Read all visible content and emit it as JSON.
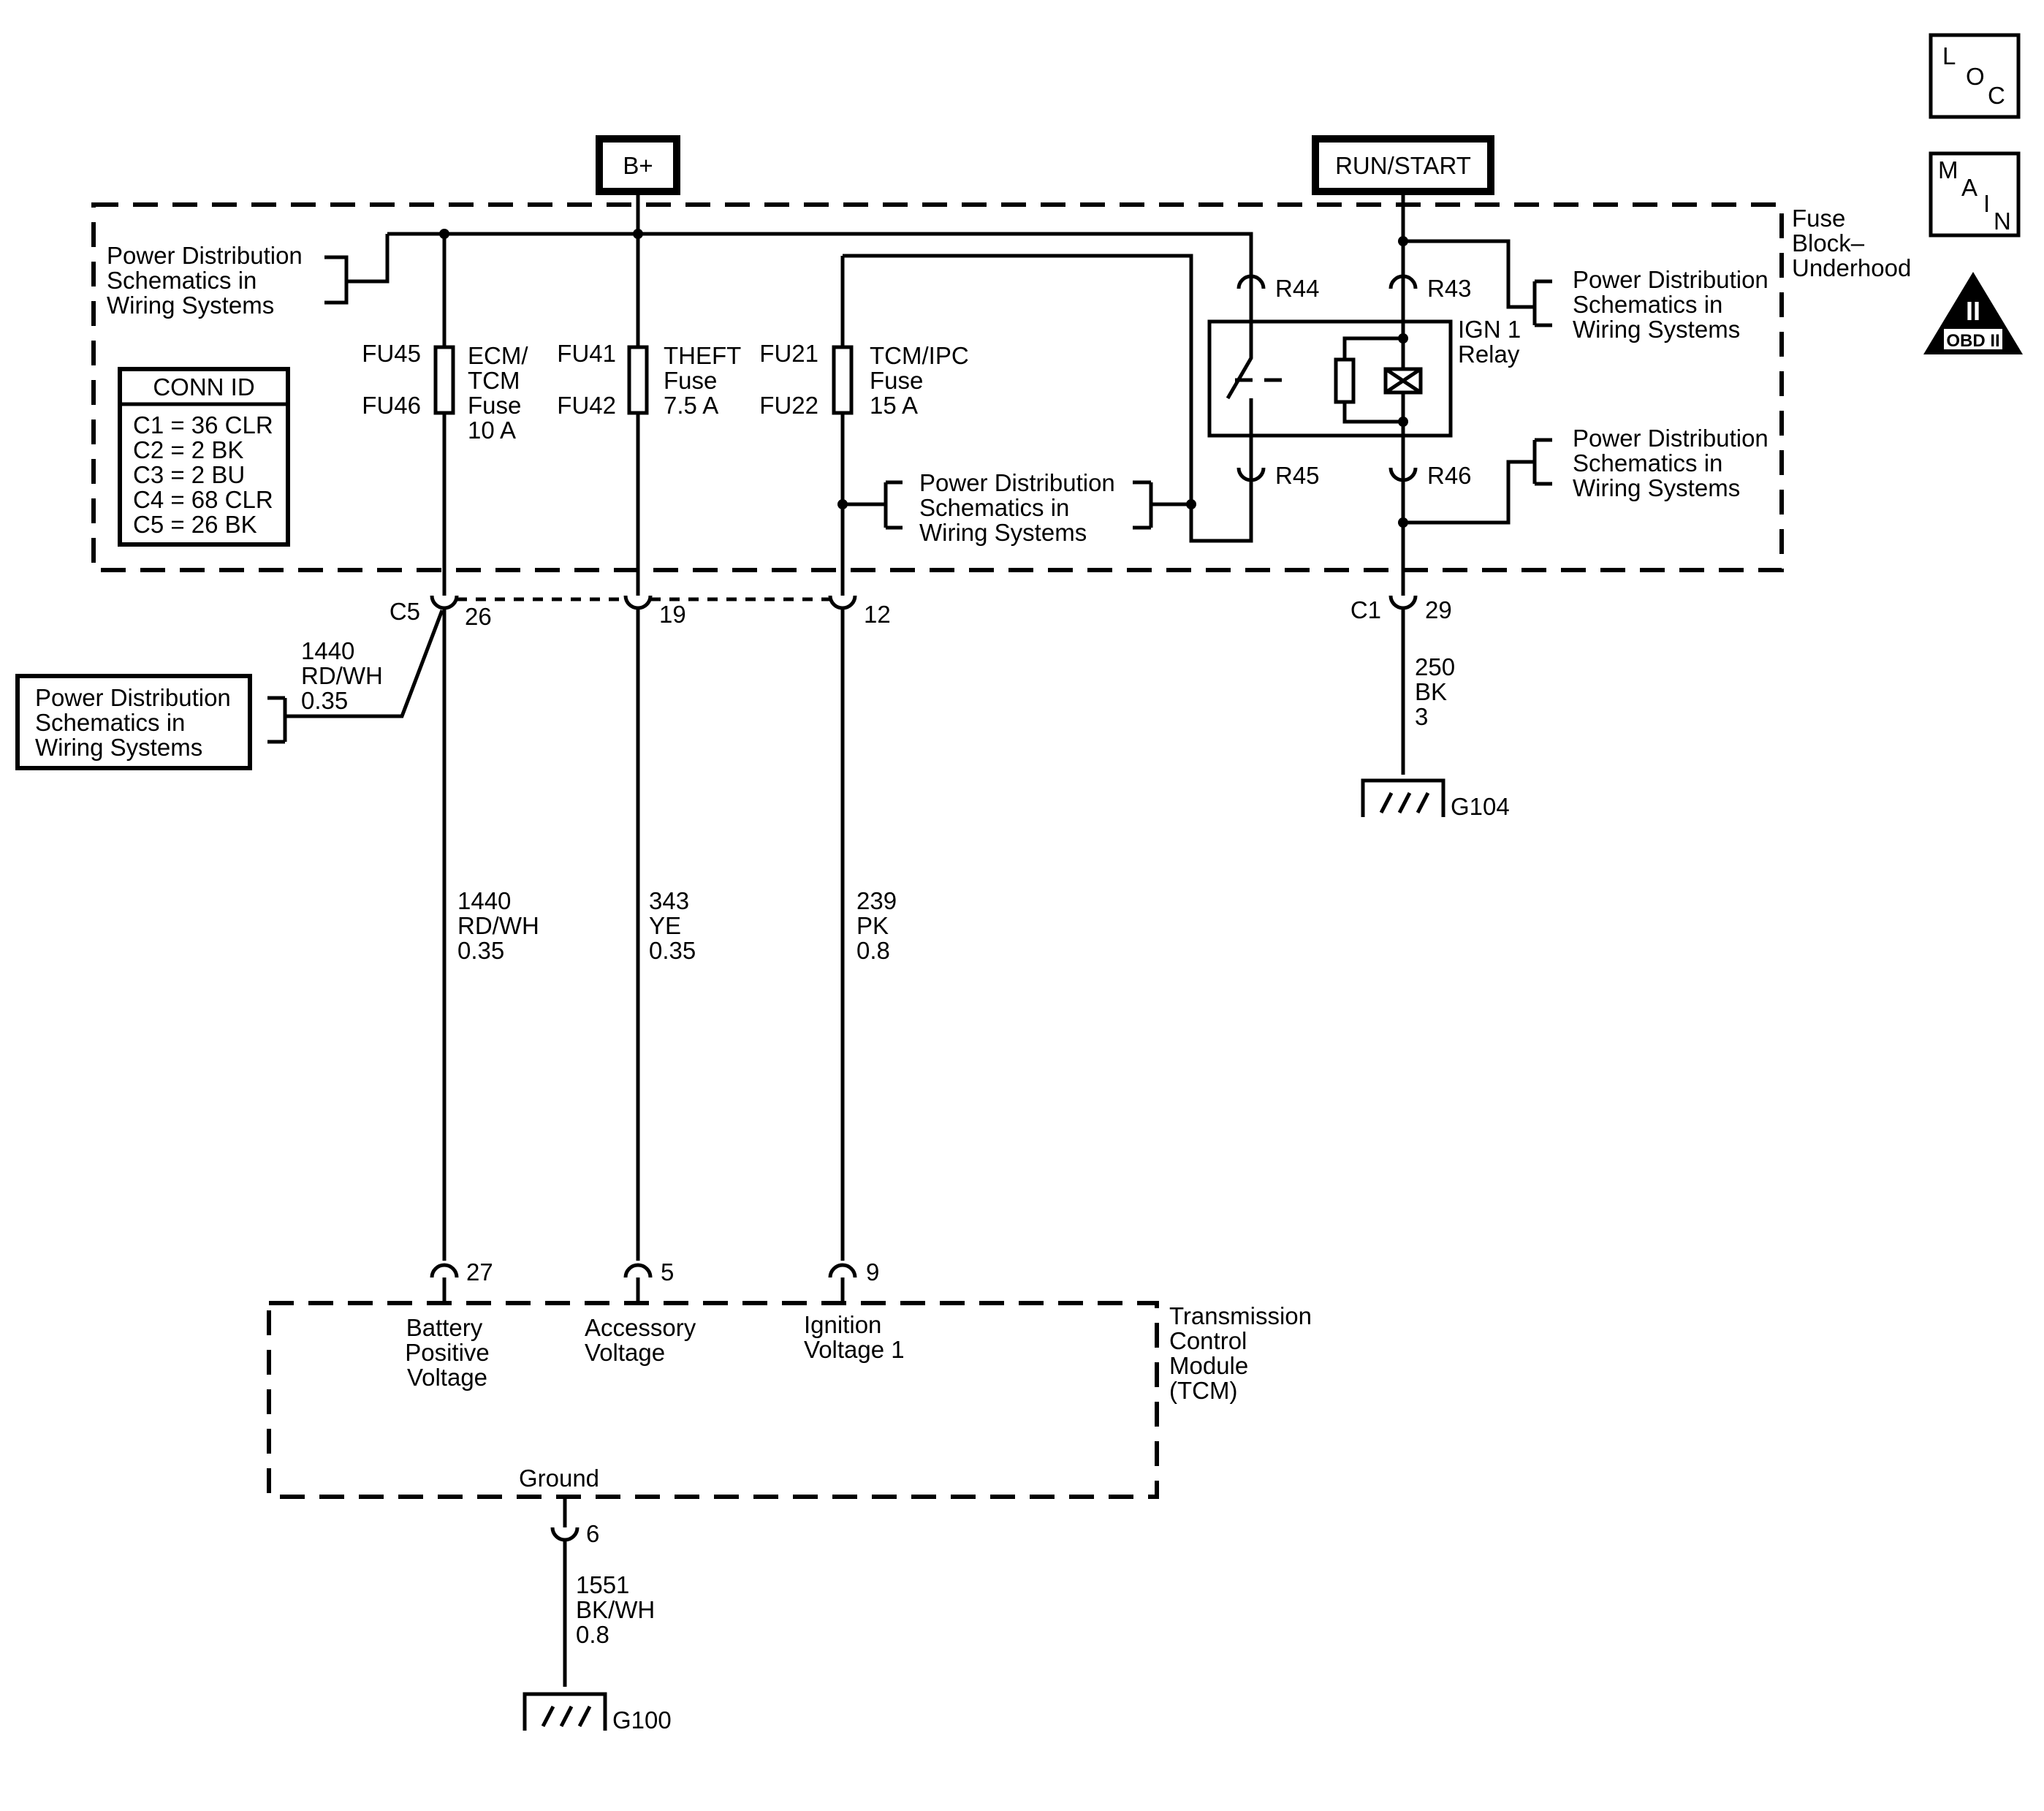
{
  "power_sources": {
    "bplus": "B+",
    "run_start": "RUN/START"
  },
  "fuse_block": {
    "name_l1": "Fuse",
    "name_l2": "Block–",
    "name_l3": "Underhood"
  },
  "pd_ref": {
    "l1": "Power Distribution",
    "l2": "Schematics in",
    "l3": "Wiring Systems"
  },
  "conn_id": {
    "title": "CONN ID",
    "rows": [
      "C1 = 36 CLR",
      "C2 = 2 BK",
      "C3 = 2 BU",
      "C4 = 68 CLR",
      "C5 = 26 BK"
    ]
  },
  "fuses": [
    {
      "top": "FU45",
      "bottom": "FU46",
      "l1": "ECM/",
      "l2": "TCM",
      "l3": "Fuse",
      "l4": "10 A"
    },
    {
      "top": "FU41",
      "bottom": "FU42",
      "l1": "THEFT",
      "l2": "Fuse",
      "l3": "7.5 A"
    },
    {
      "top": "FU21",
      "bottom": "FU22",
      "l1": "TCM/IPC",
      "l2": "Fuse",
      "l3": "15 A"
    }
  ],
  "relay": {
    "l1": "IGN 1",
    "l2": "Relay",
    "terminals": {
      "r44": "R44",
      "r43": "R43",
      "r45": "R45",
      "r46": "R46"
    }
  },
  "connectors": {
    "c5": "C5",
    "c5_26": "26",
    "c5_19": "19",
    "c5_12": "12",
    "c1": "C1",
    "c1_29": "29"
  },
  "wires": {
    "w1440_top": {
      "circuit": "1440",
      "color": "RD/WH",
      "gauge": "0.35"
    },
    "w1440": {
      "circuit": "1440",
      "color": "RD/WH",
      "gauge": "0.35"
    },
    "w343": {
      "circuit": "343",
      "color": "YE",
      "gauge": "0.35"
    },
    "w239": {
      "circuit": "239",
      "color": "PK",
      "gauge": "0.8"
    },
    "w250": {
      "circuit": "250",
      "color": "BK",
      "gauge": "3"
    },
    "w1551": {
      "circuit": "1551",
      "color": "BK/WH",
      "gauge": "0.8"
    }
  },
  "tcm": {
    "name_l1": "Transmission",
    "name_l2": "Control",
    "name_l3": "Module",
    "name_l4": "(TCM)",
    "pins": {
      "p27": "27",
      "p5": "5",
      "p9": "9",
      "p6": "6"
    },
    "bat_l1": "Battery",
    "bat_l2": "Positive",
    "bat_l3": "Voltage",
    "acc_l1": "Accessory",
    "acc_l2": "Voltage",
    "ign_l1": "Ignition",
    "ign_l2": "Voltage 1",
    "ground": "Ground"
  },
  "grounds": {
    "g104": "G104",
    "g100": "G100"
  },
  "side_icons": {
    "loc": [
      "L",
      "O",
      "C"
    ],
    "main": [
      "M",
      "A",
      "I",
      "N"
    ],
    "obd_numeral": "II",
    "obd_label": "OBD II"
  }
}
